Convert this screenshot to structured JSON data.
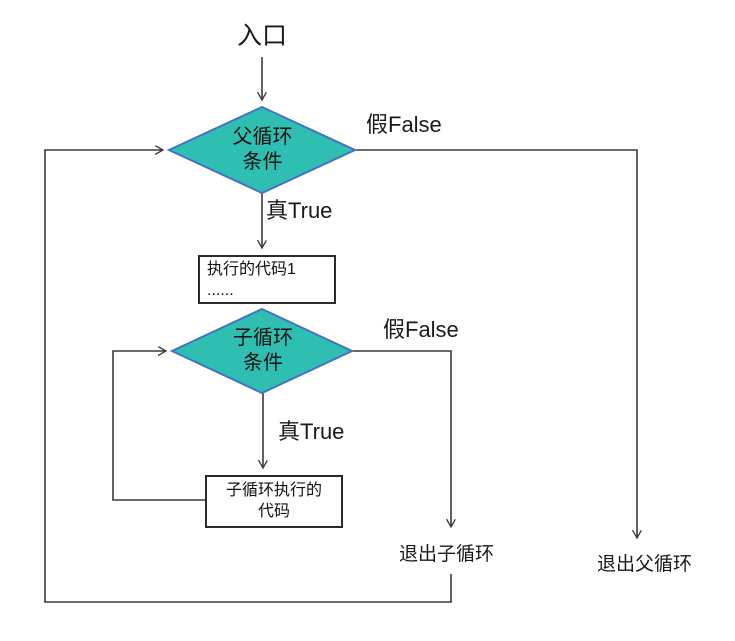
{
  "colors": {
    "diamond_fill": "#2ebfb2",
    "diamond_border": "#4472c4",
    "line": "#3a3a3a",
    "box_border": "#2b2b2b",
    "background": "#ffffff",
    "text": "#1a1a1a"
  },
  "flowchart": {
    "entry_label": "入口",
    "parent_condition": {
      "line1": "父循环",
      "line2": "条件"
    },
    "parent_false_label": "假False",
    "parent_true_label": "真True",
    "code_box1": {
      "line1": "执行的代码1",
      "line2": "......"
    },
    "child_condition": {
      "line1": "子循环",
      "line2": "条件"
    },
    "child_false_label": "假False",
    "child_true_label": "真True",
    "child_code_box": {
      "line1": "子循环执行的",
      "line2": "代码"
    },
    "exit_child_label": "退出子循环",
    "exit_parent_label": "退出父循环"
  }
}
